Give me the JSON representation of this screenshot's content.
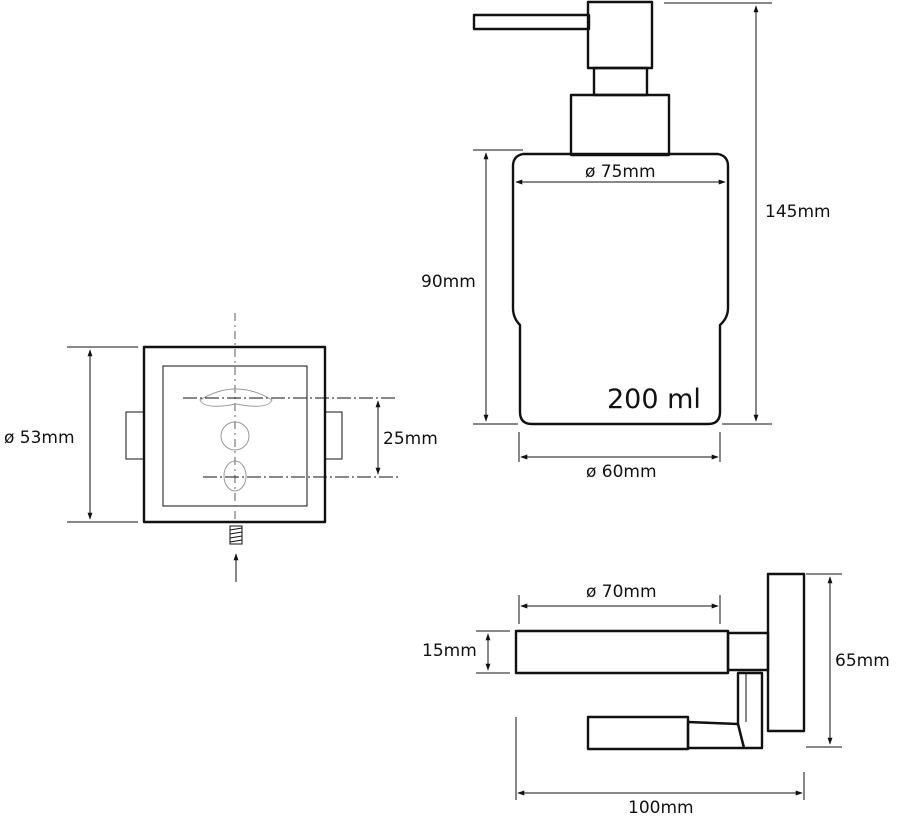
{
  "diagram": {
    "volume_label": "200 ml",
    "dimensions": {
      "bracket_height": "ø 53mm",
      "hole_spacing": "25mm",
      "top_diameter": "ø 75mm",
      "bottle_height": "90mm",
      "total_height": "145mm",
      "bottom_diameter": "ø 60mm",
      "holder_diameter": "ø 70mm",
      "holder_thickness": "15mm",
      "holder_height": "65mm",
      "projection": "100mm"
    }
  }
}
